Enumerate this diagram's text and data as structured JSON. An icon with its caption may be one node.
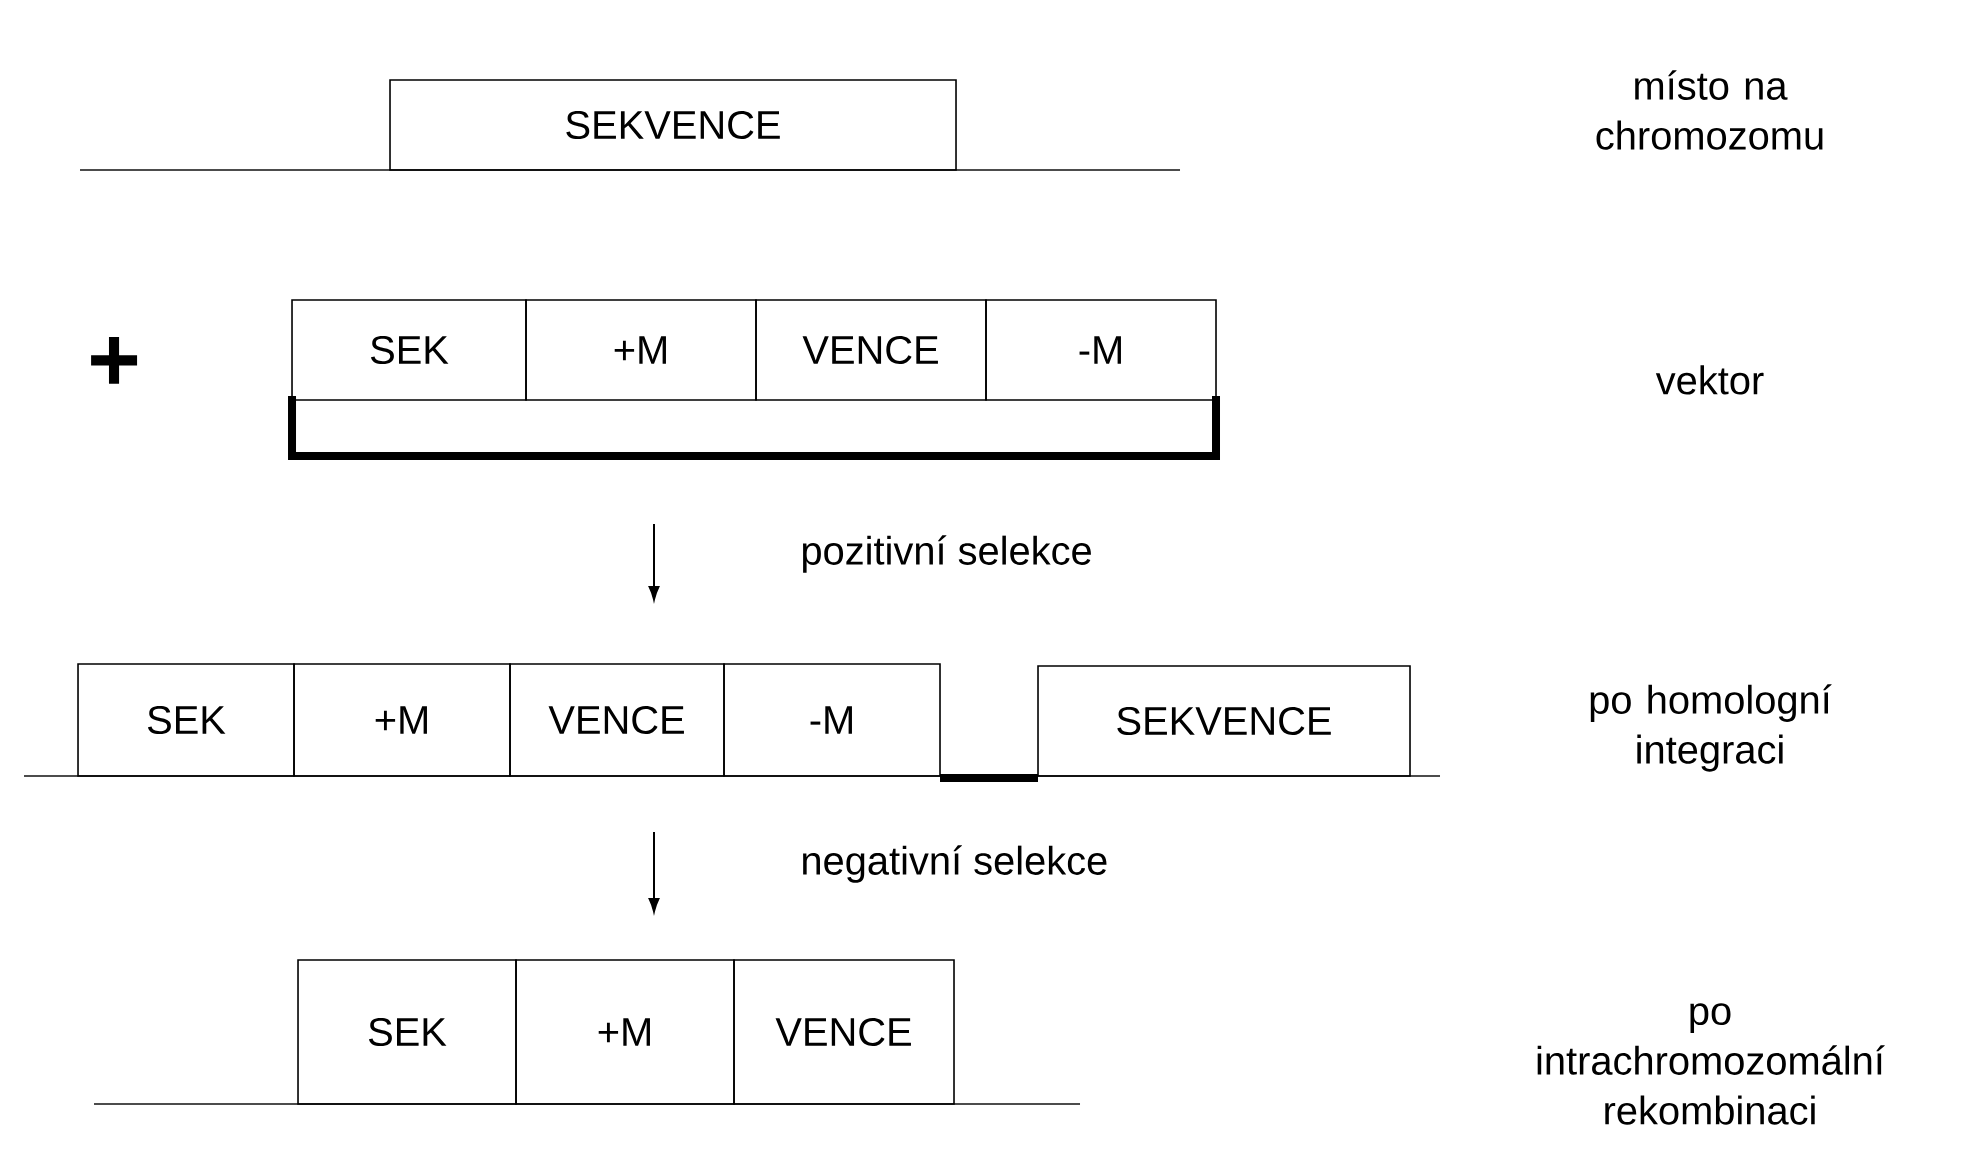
{
  "diagram": {
    "nodes": [
      {
        "text": [
          "SEKVENCE"
        ]
      },
      {
        "text": [
          "SEK"
        ]
      },
      {
        "text": [
          "+M"
        ]
      },
      {
        "text": [
          "VENCE"
        ]
      },
      {
        "text": [
          "-M"
        ]
      },
      {
        "text": [
          "SEK"
        ]
      },
      {
        "text": [
          "+M"
        ]
      },
      {
        "text": [
          "VENCE"
        ]
      },
      {
        "text": [
          "-M"
        ]
      },
      {
        "text": [
          "SEKVENCE"
        ]
      },
      {
        "text": [
          "SEK"
        ]
      },
      {
        "text": [
          "+M"
        ]
      },
      {
        "text": [
          "VENCE"
        ]
      }
    ],
    "labels": [
      "místo na chromozomu",
      "+",
      "vektor",
      "pozitivní selekce",
      "po homologní integraci",
      "negativní selekce",
      "po intrachromozomální rekombinaci"
    ]
  }
}
